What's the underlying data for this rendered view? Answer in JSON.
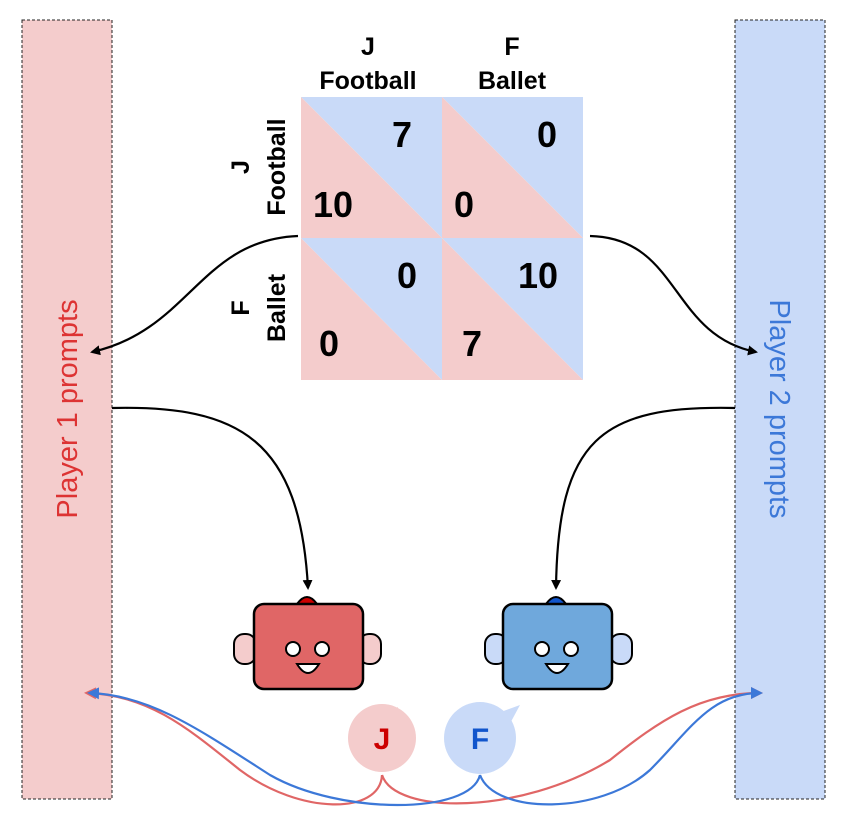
{
  "player1": {
    "label": "Player 1 prompts",
    "color": "#dd3333",
    "bg": "#f4cccc"
  },
  "player2": {
    "label": "Player 2 prompts",
    "color": "#3c78d8",
    "bg": "#c9daf8"
  },
  "matrix": {
    "col_headers": [
      {
        "letter": "J",
        "name": "Football"
      },
      {
        "letter": "F",
        "name": "Ballet"
      }
    ],
    "row_headers": [
      {
        "letter": "J",
        "name": "Football"
      },
      {
        "letter": "F",
        "name": "Ballet"
      }
    ],
    "cells": [
      [
        {
          "p1": "10",
          "p2": "7"
        },
        {
          "p1": "0",
          "p2": "0"
        }
      ],
      [
        {
          "p1": "0",
          "p2": "0"
        },
        {
          "p1": "7",
          "p2": "10"
        }
      ]
    ]
  },
  "bubbles": {
    "player1_choice": "J",
    "player2_choice": "F"
  },
  "colors": {
    "robot1": "#e06666",
    "robot1_light": "#f4cccc",
    "robot1_antenna": "#cc0000",
    "robot2": "#6fa8dc",
    "robot2_light": "#c9daf8",
    "robot2_antenna": "#1155cc",
    "bubble1_text": "#cc0000",
    "bubble2_text": "#1155cc"
  }
}
